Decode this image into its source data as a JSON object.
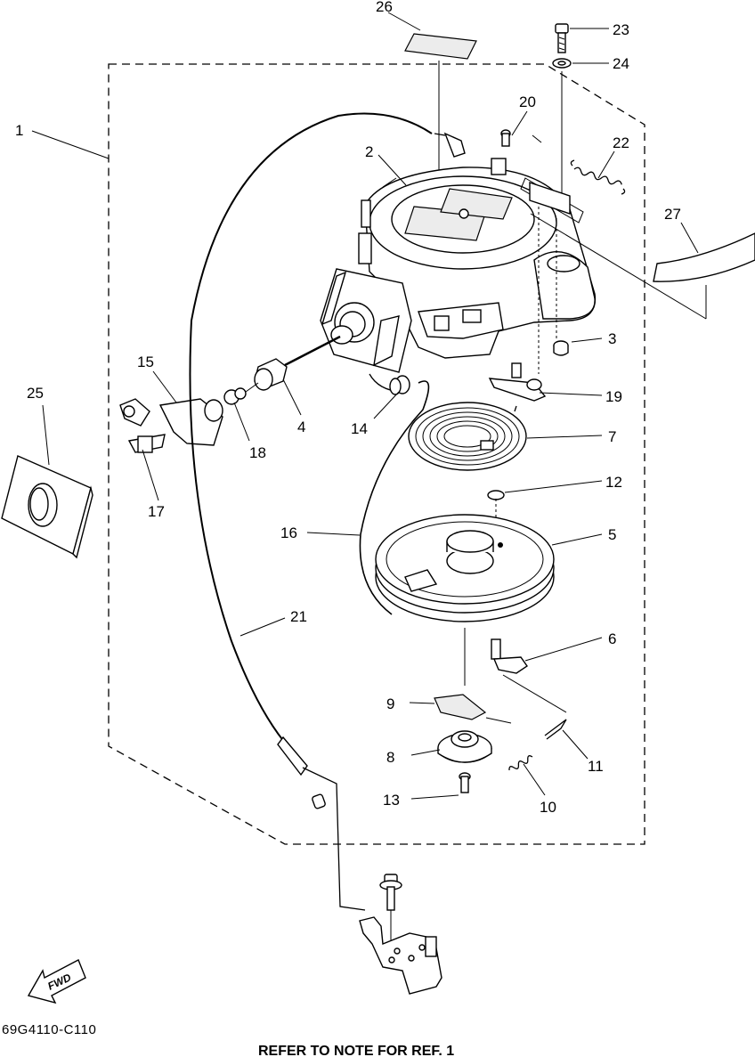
{
  "diagram": {
    "callouts": [
      "1",
      "2",
      "3",
      "4",
      "5",
      "6",
      "7",
      "8",
      "9",
      "10",
      "11",
      "12",
      "13",
      "14",
      "15",
      "16",
      "17",
      "18",
      "19",
      "20",
      "21",
      "22",
      "23",
      "24",
      "25",
      "26",
      "27"
    ],
    "fwd_label": "FWD",
    "diagram_code": "69G4110-C110",
    "footer_note": "REFER TO NOTE FOR REF. 1"
  }
}
